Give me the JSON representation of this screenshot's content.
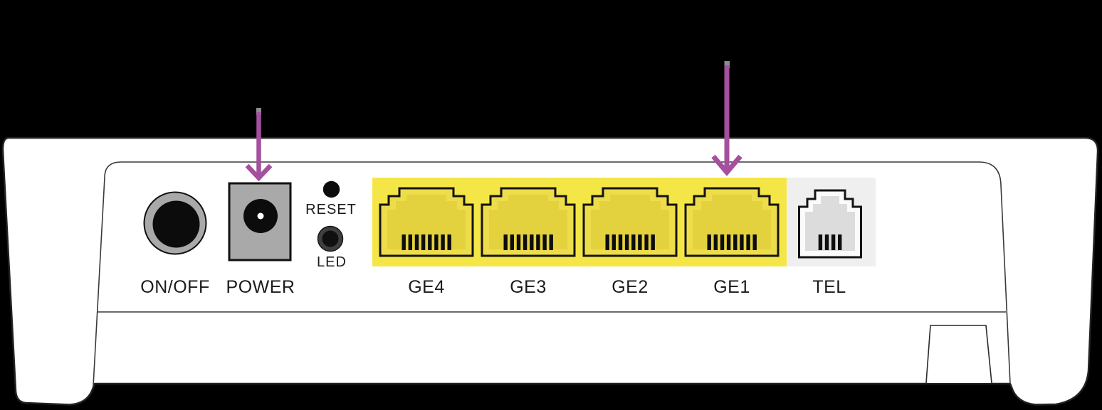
{
  "diagram": {
    "description": "router rear panel",
    "labels": {
      "on_off": "ON/OFF",
      "power": "POWER",
      "reset": "RESET",
      "led": "LED",
      "tel": "TEL"
    },
    "ethernet_ports": [
      {
        "label": "GE4"
      },
      {
        "label": "GE3"
      },
      {
        "label": "GE2"
      },
      {
        "label": "GE1"
      }
    ],
    "arrows": [
      {
        "points_to": "POWER"
      },
      {
        "points_to": "GE1"
      }
    ],
    "colors": {
      "background": "#000000",
      "body": "#ffffff",
      "highlight_yellow": "#f5e647",
      "port_yellow": "#eedd4a",
      "port_yellow_dark": "#e4d13e",
      "tel_block_gray": "#efefef",
      "tel_jack_white": "#fbfbfb",
      "tel_jack_inner_gray": "#dcdcdc",
      "button_gray": "#a9a9a9",
      "arrow_purple": "#a4509e",
      "ink": "#141414"
    }
  }
}
